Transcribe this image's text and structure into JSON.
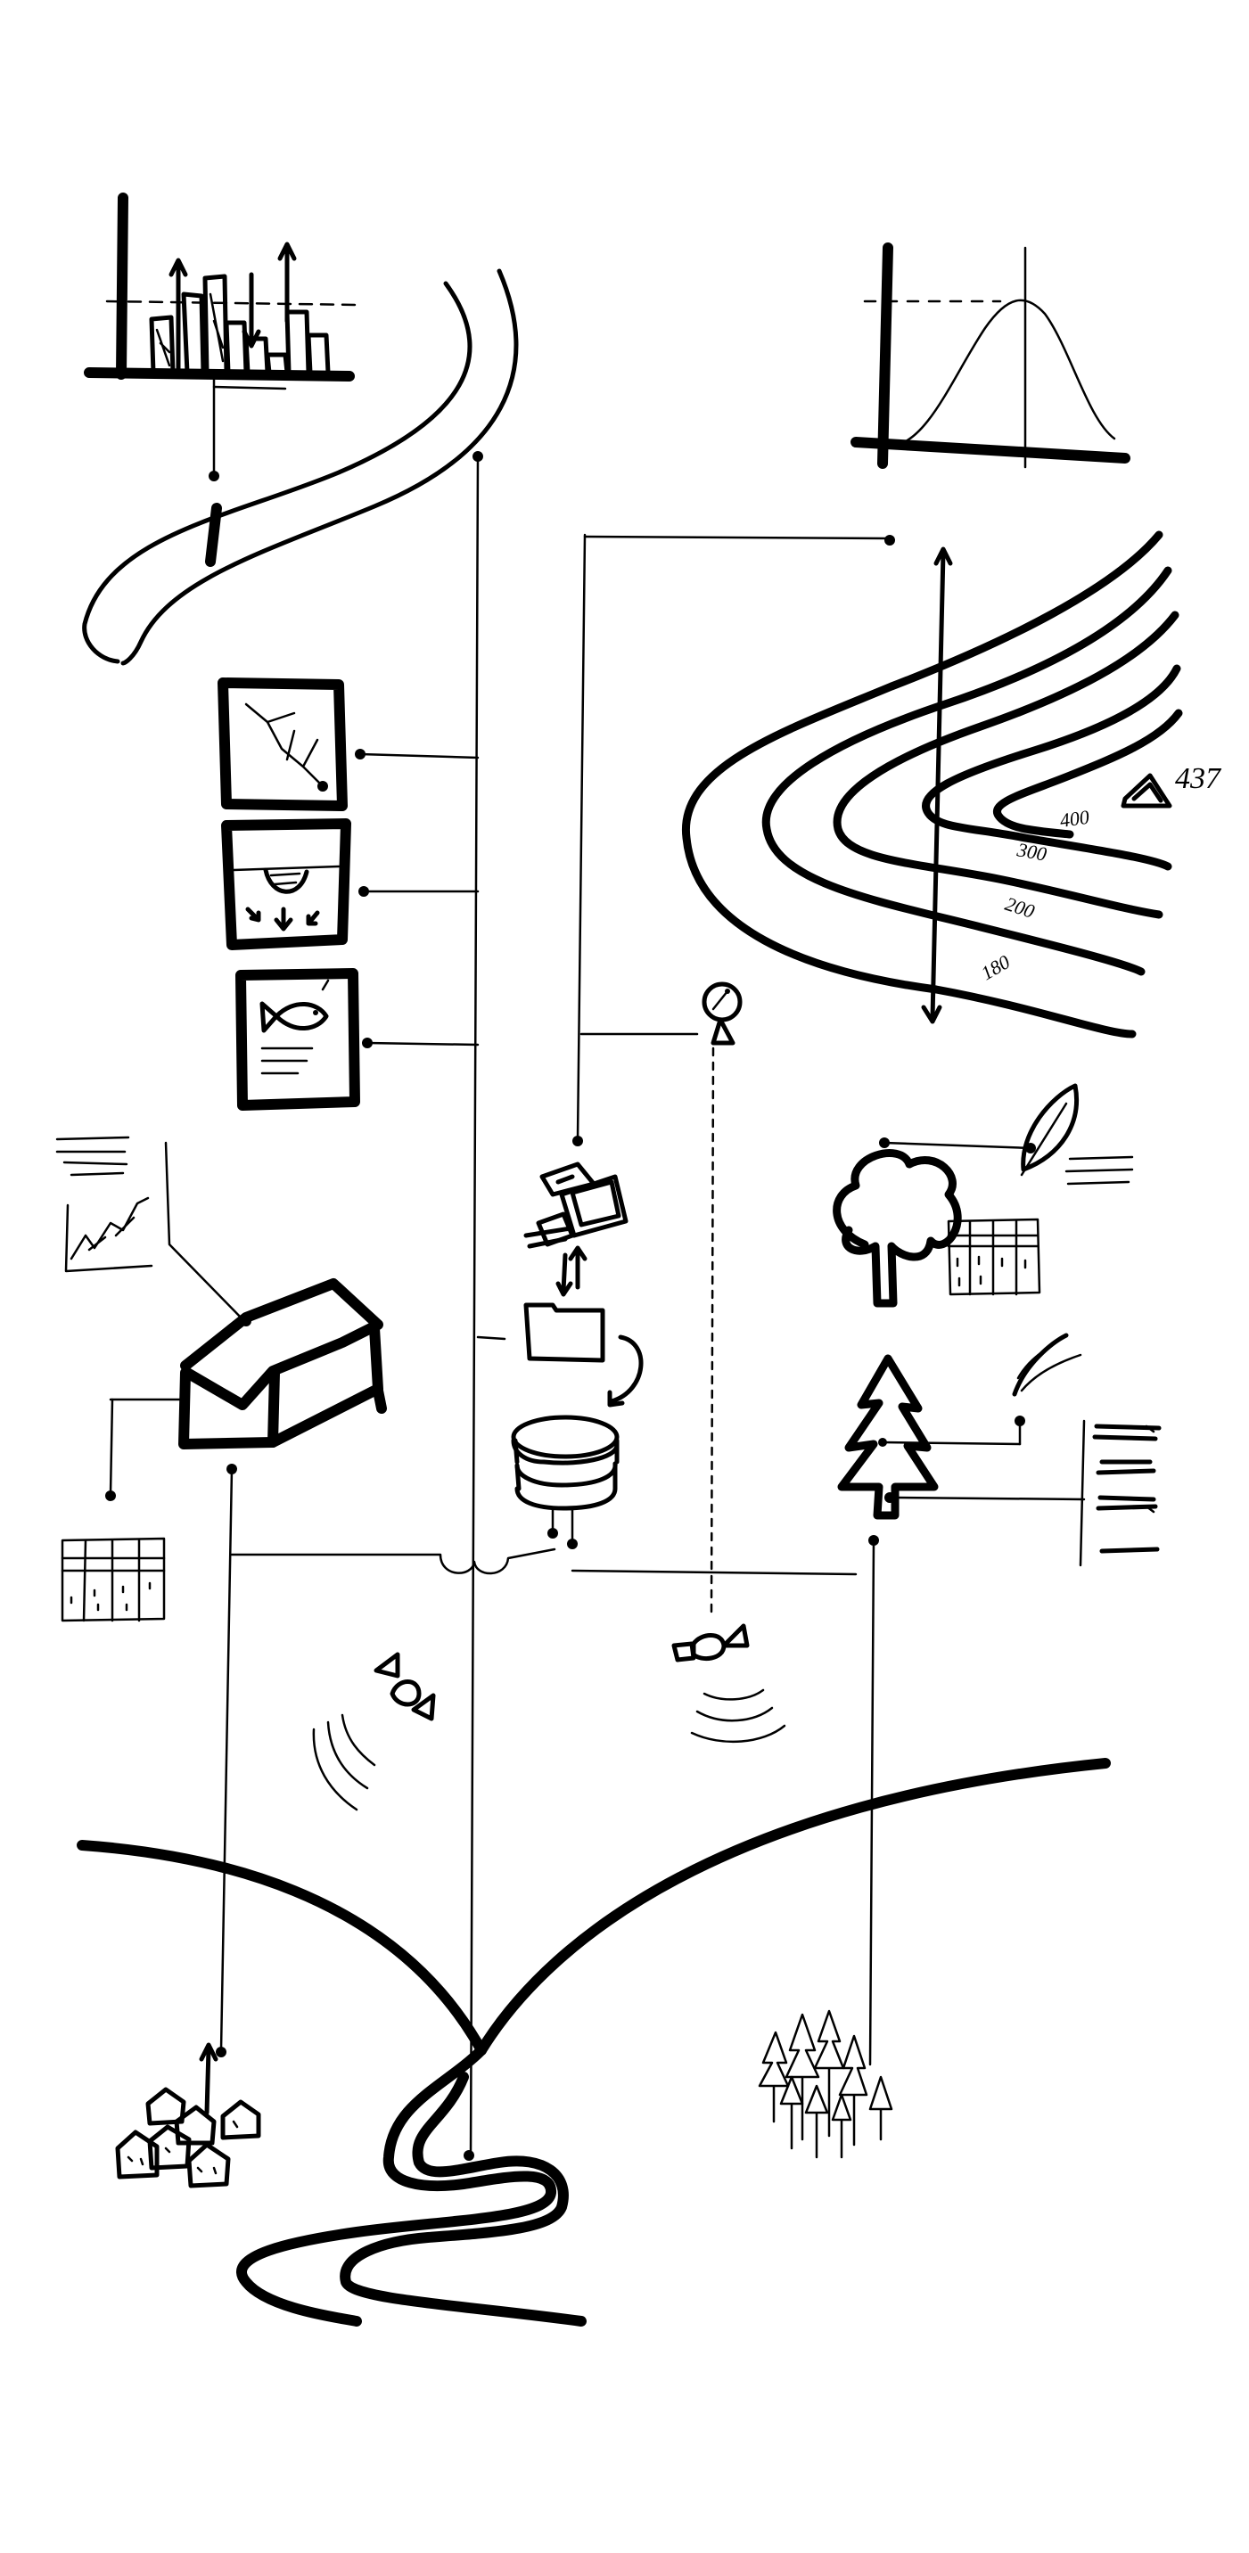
{
  "contour_labels": {
    "peak": "437",
    "c400": "400",
    "c300": "300",
    "c200": "200",
    "c180": "180"
  }
}
